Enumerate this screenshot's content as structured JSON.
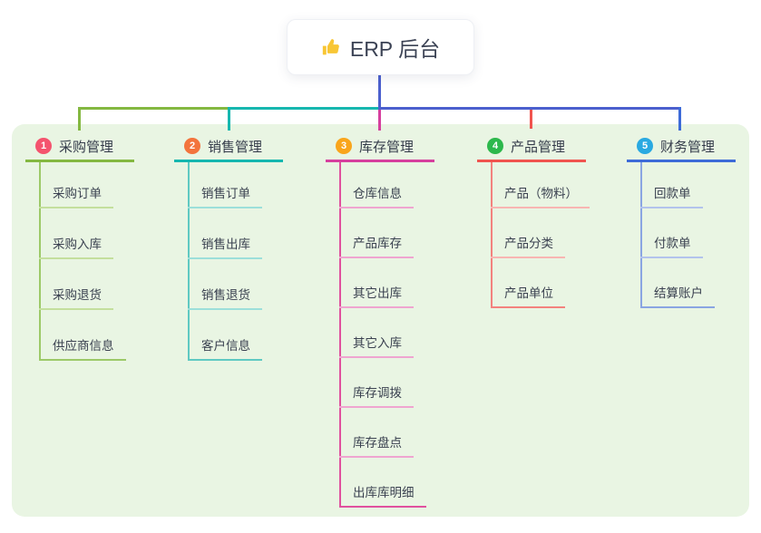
{
  "root": {
    "label": "ERP 后台",
    "icon": "thumbs-up"
  },
  "colors": {
    "connector_blue": "#4c60ce",
    "panel_background": "#e9f5e3",
    "branch_green": "#84b841",
    "branch_teal": "#16b7af",
    "branch_magenta": "#d63f9e",
    "branch_red": "#f0544f",
    "branch_blue": "#3d6bd8"
  },
  "branches": [
    {
      "index": "1",
      "label": "采购管理",
      "colors": {
        "accent": "#84b841",
        "badge": "#f4536e",
        "line_medium": "#9cc968",
        "line_light": "#c4df9d"
      },
      "children": [
        "采购订单",
        "采购入库",
        "采购退货",
        "供应商信息"
      ]
    },
    {
      "index": "2",
      "label": "销售管理",
      "colors": {
        "accent": "#16b7af",
        "badge": "#f3743c",
        "line_medium": "#5fc9c2",
        "line_light": "#9cdfda"
      },
      "children": [
        "销售订单",
        "销售出库",
        "销售退货",
        "客户信息"
      ]
    },
    {
      "index": "3",
      "label": "库存管理",
      "colors": {
        "accent": "#d63f9e",
        "badge": "#f9a51b",
        "line_medium": "#e0519e",
        "line_light": "#efa5d0"
      },
      "children": [
        "仓库信息",
        "产品库存",
        "其它出库",
        "其它入库",
        "库存调拨",
        "库存盘点",
        "出库库明细"
      ]
    },
    {
      "index": "4",
      "label": "产品管理",
      "colors": {
        "accent": "#f0544f",
        "badge": "#2db84c",
        "line_medium": "#f3827e",
        "line_light": "#f8b5b2"
      },
      "children": [
        "产品（物料）",
        "产品分类",
        "产品单位"
      ]
    },
    {
      "index": "5",
      "label": "财务管理",
      "colors": {
        "accent": "#3d6bd8",
        "badge": "#29a9e1",
        "line_medium": "#8aa5e2",
        "line_light": "#b2c3ec"
      },
      "children": [
        "回款单",
        "付款单",
        "结算账户"
      ]
    }
  ]
}
